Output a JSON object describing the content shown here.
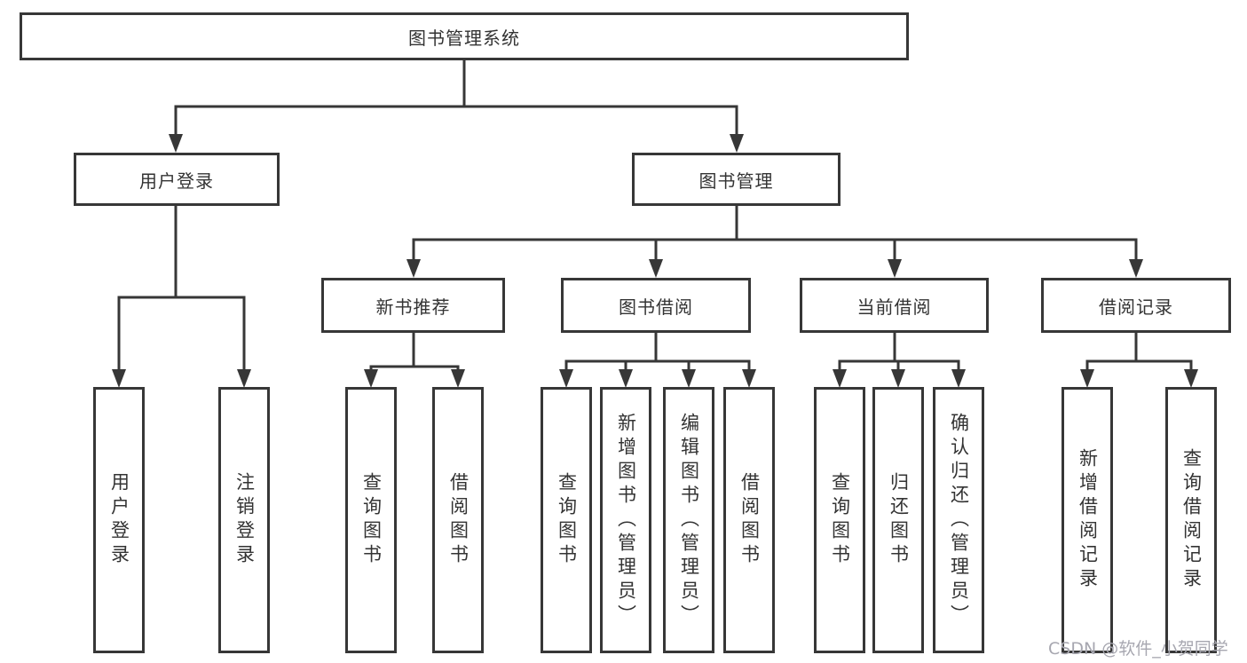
{
  "tree": {
    "root": {
      "label": "图书管理系统",
      "children": [
        {
          "label": "用户登录",
          "children": [
            {
              "label": "用户登录"
            },
            {
              "label": "注销登录"
            }
          ]
        },
        {
          "label": "图书管理",
          "children": [
            {
              "label": "新书推荐",
              "children": [
                {
                  "label": "查询图书"
                },
                {
                  "label": "借阅图书"
                }
              ]
            },
            {
              "label": "图书借阅",
              "children": [
                {
                  "label": "查询图书"
                },
                {
                  "label": "新增图书（管理员）"
                },
                {
                  "label": "编辑图书（管理员）"
                },
                {
                  "label": "借阅图书"
                }
              ]
            },
            {
              "label": "当前借阅",
              "children": [
                {
                  "label": "查询图书"
                },
                {
                  "label": "归还图书"
                },
                {
                  "label": "确认归还（管理员）"
                }
              ]
            },
            {
              "label": "借阅记录",
              "children": [
                {
                  "label": "新增借阅记录"
                },
                {
                  "label": "查询借阅记录"
                }
              ]
            }
          ]
        }
      ]
    }
  },
  "watermark": "CSDN @软件_小贺同学",
  "colors": {
    "line": "#373737",
    "text": "#333333",
    "watermark": "#a7a7b0",
    "background": "#ffffff"
  }
}
